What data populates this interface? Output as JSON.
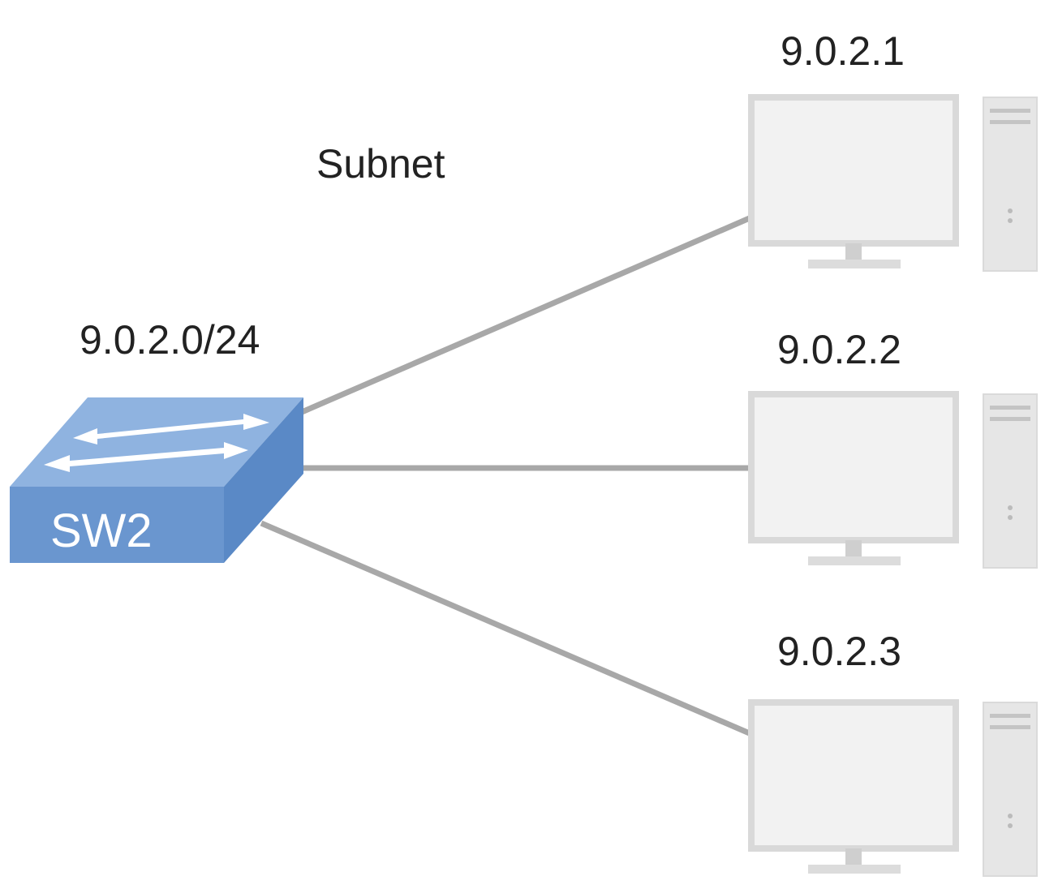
{
  "subnet_label": "Subnet",
  "subnet_cidr": "9.0.2.0/24",
  "switch": {
    "name": "SW2",
    "color_top": "#8fb3e0",
    "color_front": "#6a96cf",
    "color_side": "#4f7fbf"
  },
  "hosts": [
    {
      "ip": "9.0.2.1"
    },
    {
      "ip": "9.0.2.2"
    },
    {
      "ip": "9.0.2.3"
    }
  ],
  "colors": {
    "link": "#a8a8a8",
    "device_frame": "#d9d9d9",
    "device_screen": "#f2f2f2",
    "text": "#222222"
  }
}
